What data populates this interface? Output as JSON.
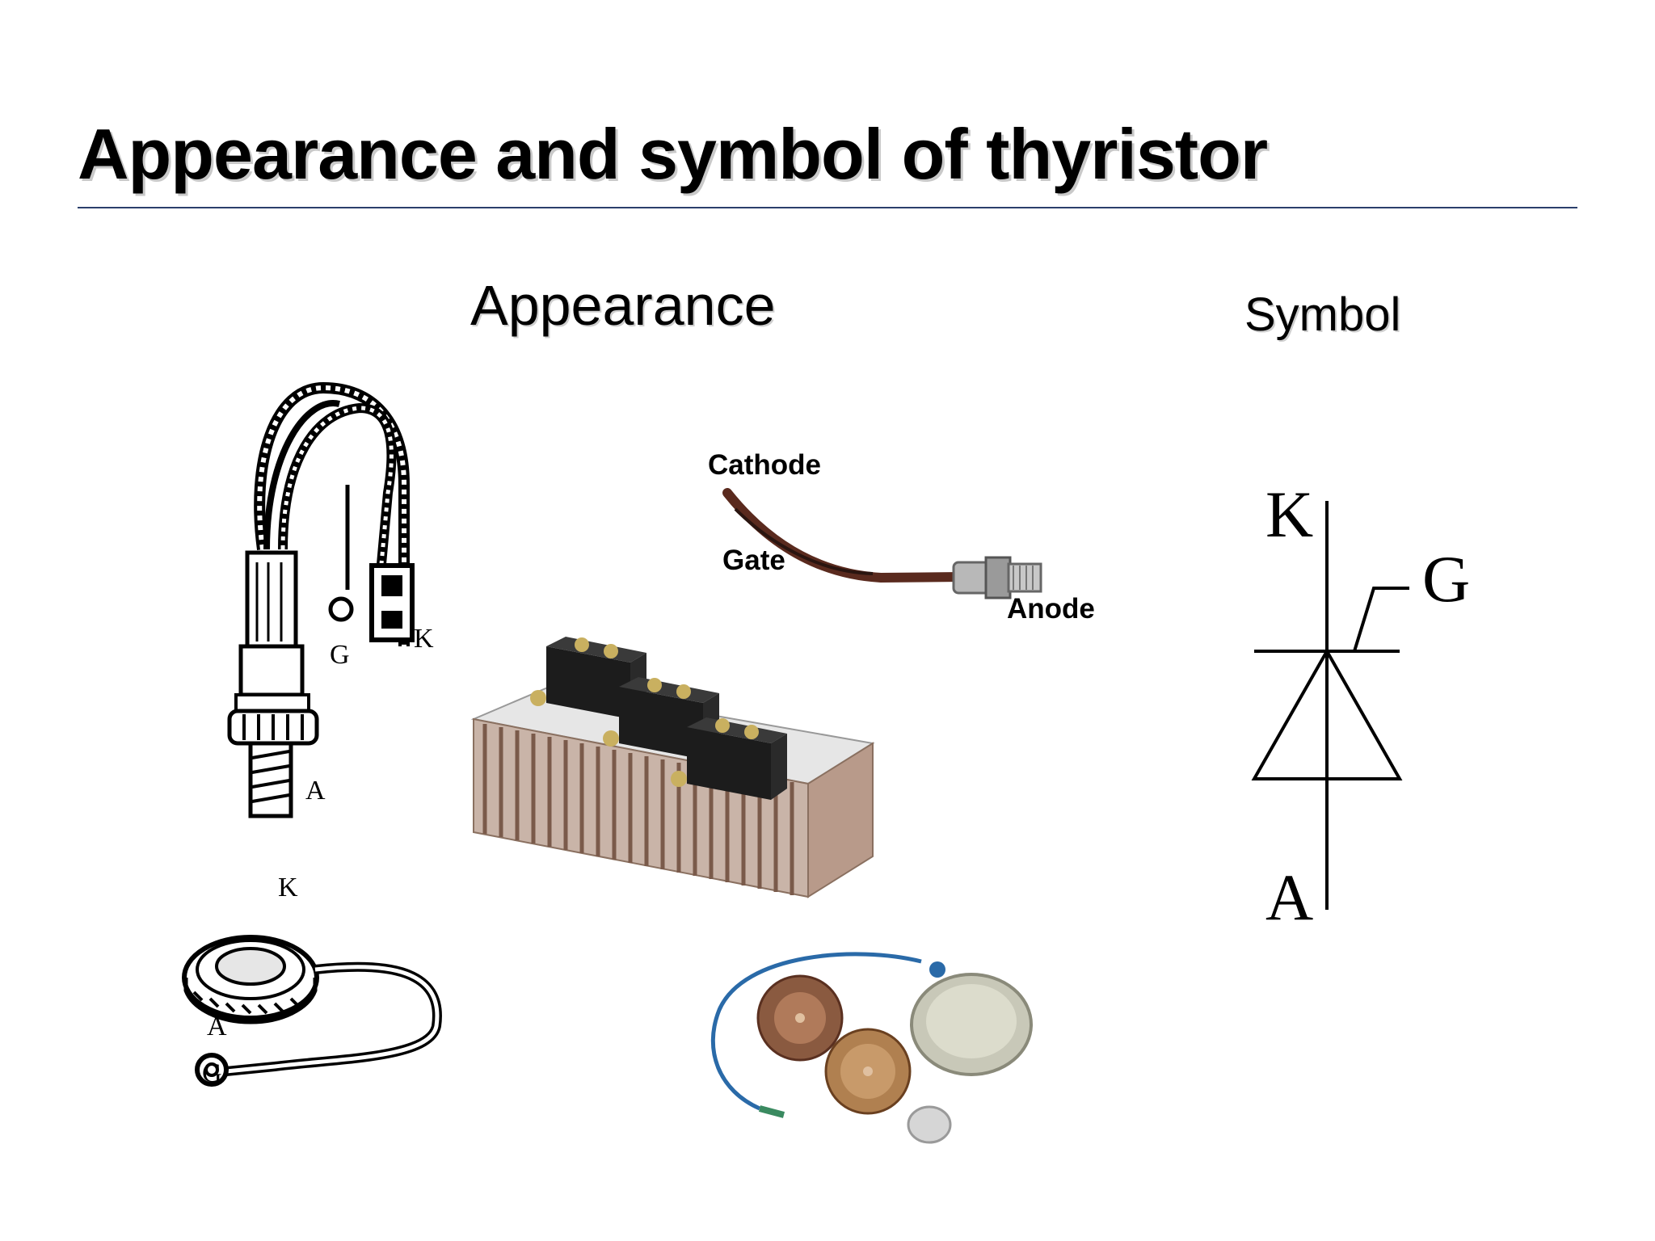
{
  "slide": {
    "title": "Appearance and symbol of thyristor",
    "appearance_heading": "Appearance",
    "symbol_heading": "Symbol"
  },
  "stud_photo": {
    "cathode_label": "Cathode",
    "gate_label": "Gate",
    "anode_label": "Anode"
  },
  "stud_sketch": {
    "gate": "G",
    "cathode": "K",
    "anode": "A"
  },
  "disc_sketch": {
    "cathode": "K",
    "anode": "A",
    "gate": "G"
  },
  "symbol": {
    "cathode": "K",
    "gate": "G",
    "anode": "A"
  },
  "colors": {
    "rule": "#2b3f6b",
    "module_body": "#1c1c1c",
    "heatsink_fin": "#a88a7a",
    "lead_wire": "#5a2a1e",
    "disc_copper": "#9a6a4a",
    "gate_wire": "#2a6aa8"
  }
}
